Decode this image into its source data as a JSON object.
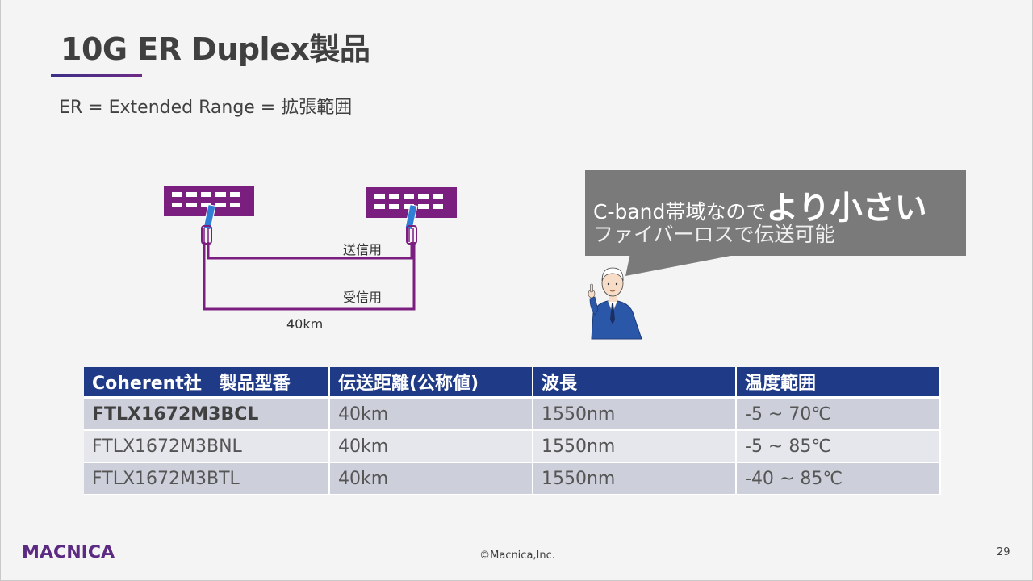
{
  "slide": {
    "title": "10G ER Duplex製品",
    "subtitle": "ER = Extended Range = 拡張範囲"
  },
  "diagram": {
    "tx_label": "送信用",
    "rx_label": "受信用",
    "distance_label": "40km",
    "colors": {
      "switch": "#7a1f80",
      "connector": "#2f7fd6",
      "fiber": "#7a1f80"
    }
  },
  "callout": {
    "line1_prefix": "C-band帯域なので",
    "line1_emphasis": "より小さい",
    "line2": "ファイバーロスで伝送可能"
  },
  "table": {
    "headers": [
      "Coherent社　製品型番",
      "伝送距離(公称値)",
      "波長",
      "温度範囲"
    ],
    "rows": [
      [
        "FTLX1672M3BCL",
        "40km",
        "1550nm",
        "-5 ~ 70℃"
      ],
      [
        "FTLX1672M3BNL",
        "40km",
        "1550nm",
        "-5 ~ 85℃"
      ],
      [
        "FTLX1672M3BTL",
        "40km",
        "1550nm",
        "-40 ~ 85℃"
      ]
    ]
  },
  "footer": {
    "logo_text": "MACNICA",
    "copyright": "©Macnica,Inc.",
    "page_number": "29"
  },
  "colors": {
    "header_bg": "#1f3a86",
    "row_dark": "#cdd0db",
    "row_light": "#e6e7ec",
    "callout_bg": "#7a7a7a",
    "brand": "#5c2a82"
  }
}
